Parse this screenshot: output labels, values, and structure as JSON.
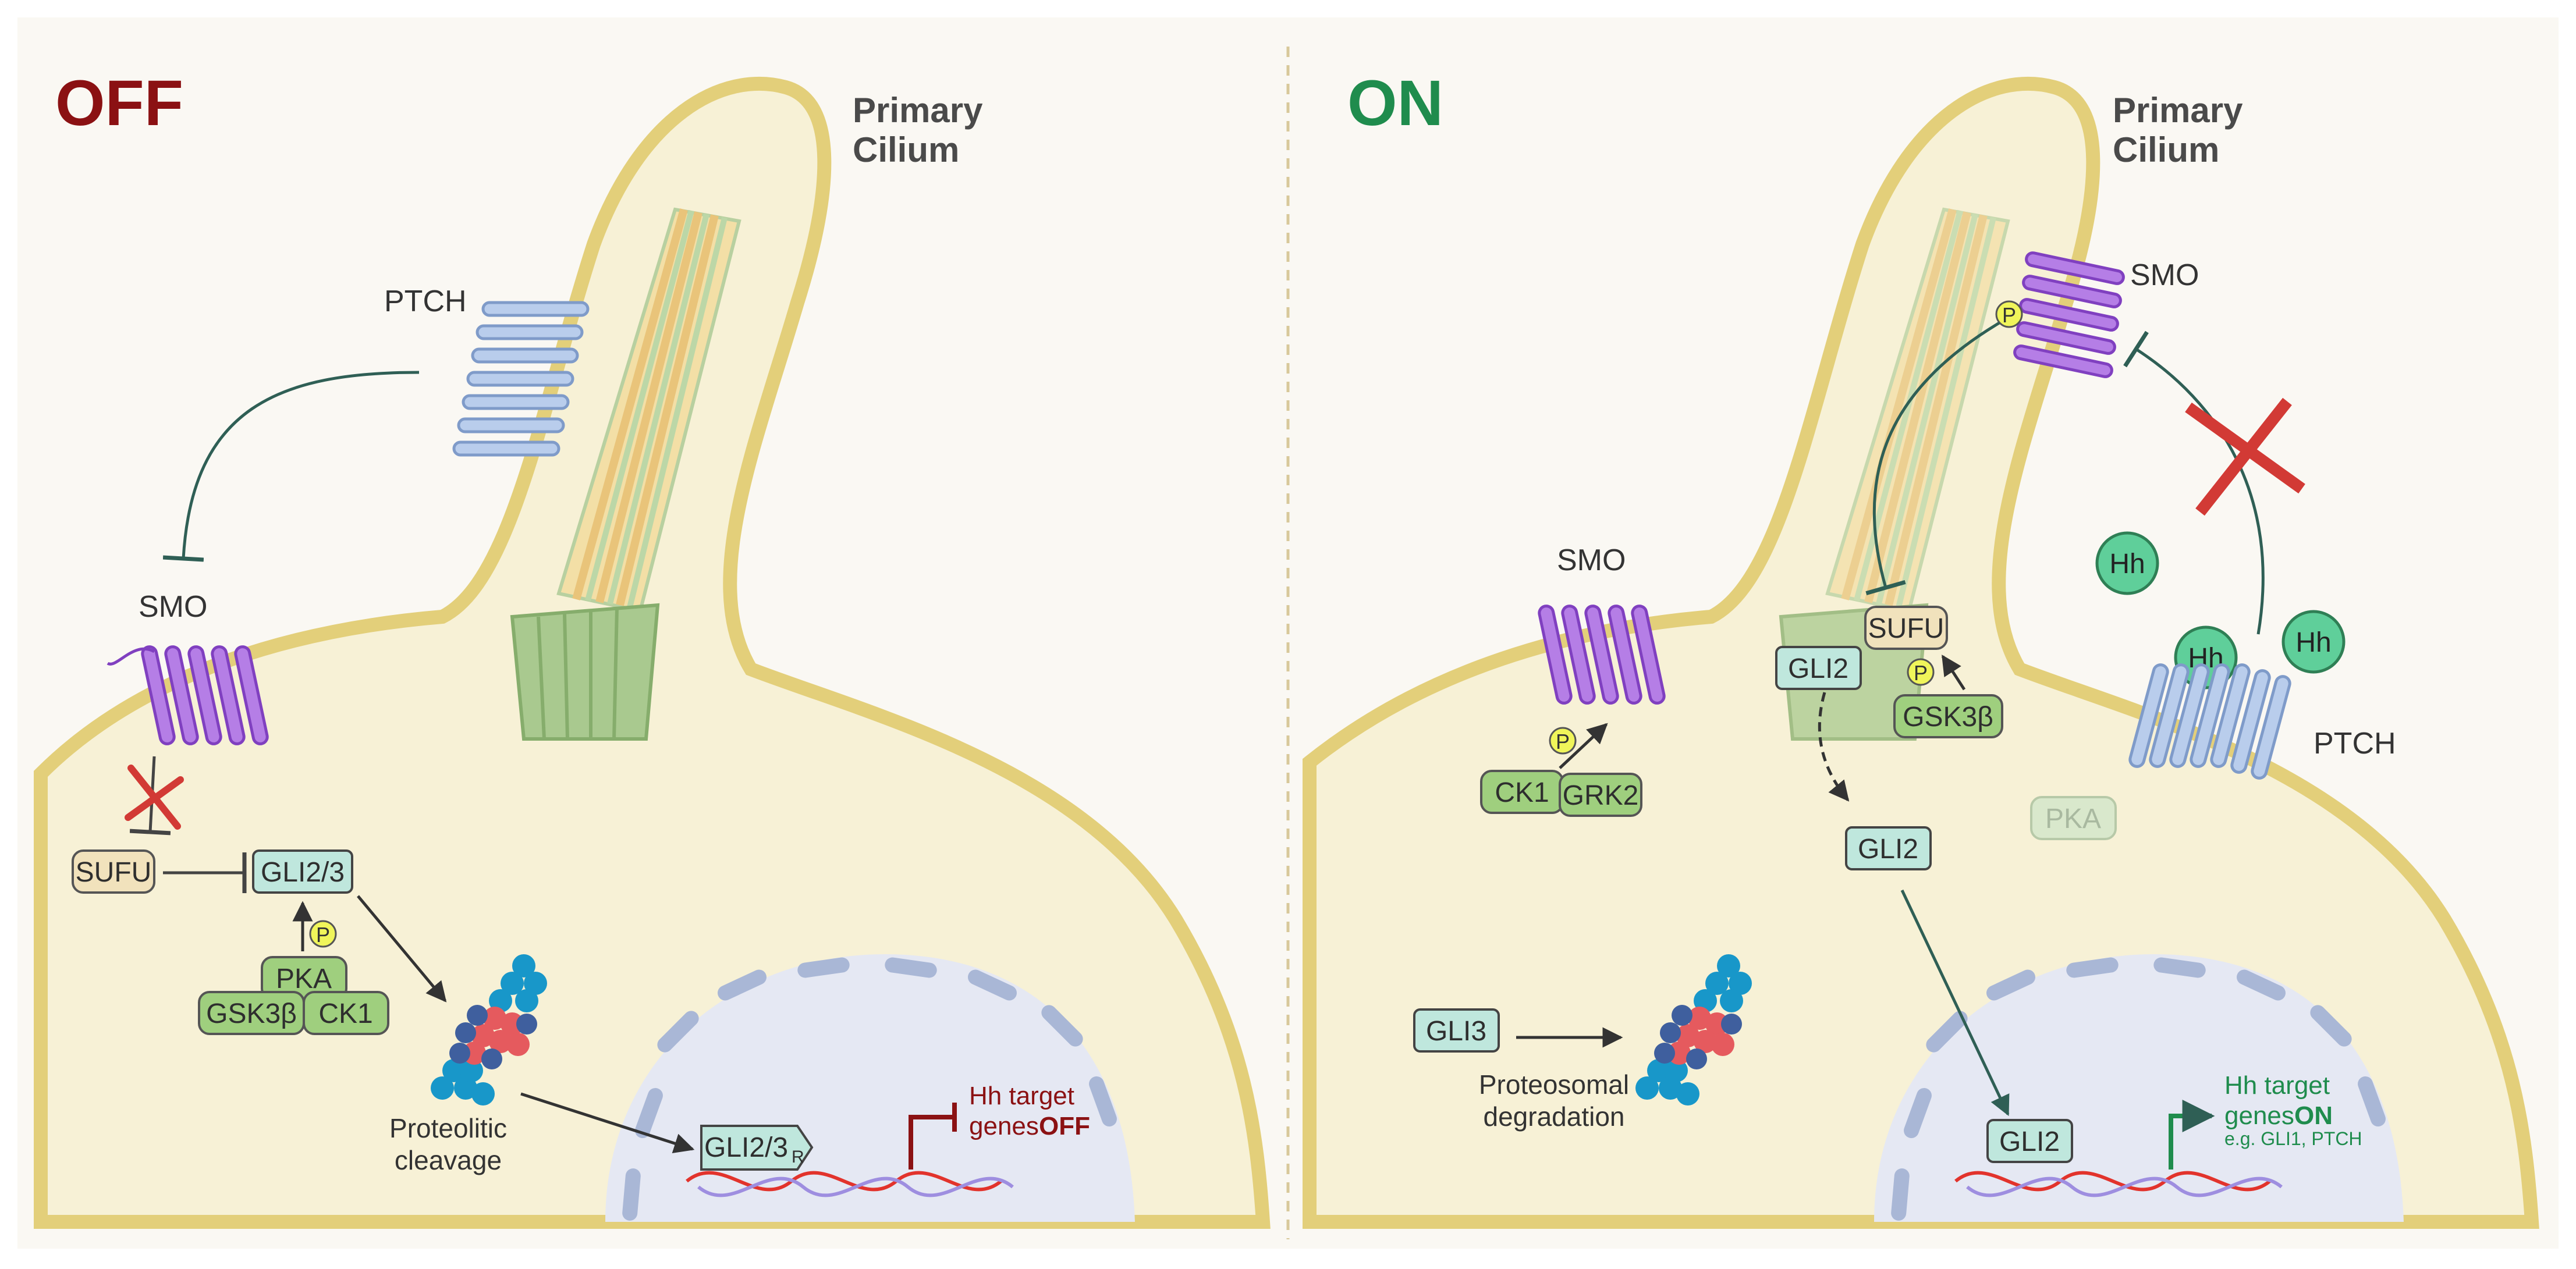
{
  "colors": {
    "off": "#8b1113",
    "on": "#1f8c4d",
    "cell": "#f7f1d6",
    "membrane": "#e3cf7a",
    "nucleus": "#e5e8f3",
    "gli": "#bfe7dd",
    "sufu": "#f1e2bc",
    "kinase": "#9fcf7e",
    "hh": "#5fcf9a",
    "smo": "#9a55d8",
    "ptch": "#9fb9e2",
    "arrow": "#2f5f55"
  },
  "off_panel": {
    "title": "OFF",
    "cilium_label_1": "Primary",
    "cilium_label_2": "Cilium",
    "ptch": "PTCH",
    "smo": "SMO",
    "sufu": "SUFU",
    "gli": "GLI2/3",
    "pka": "PKA",
    "gsk": "GSK3β",
    "ck1": "CK1",
    "p": "P",
    "cleavage_1": "Proteolitic",
    "cleavage_2": "cleavage",
    "gli_r": "GLI2/3",
    "gli_r_sub": "R",
    "target_1": "Hh target",
    "target_2": "genes",
    "target_state": "OFF"
  },
  "on_panel": {
    "title": "ON",
    "cilium_label_1": "Primary",
    "cilium_label_2": "Cilium",
    "smo_top": "SMO",
    "smo_base": "SMO",
    "ptch": "PTCH",
    "hh": "Hh",
    "sufu": "SUFU",
    "gli_cilium": "GLI2",
    "gsk": "GSK3β",
    "ck1": "CK1",
    "grk2": "GRK2",
    "pka": "PKA",
    "gli_mid": "GLI2",
    "gli3": "GLI3",
    "degradation_1": "Proteosomal",
    "degradation_2": "degradation",
    "gli_nucleus": "GLI2",
    "p": "P",
    "target_1": "Hh target",
    "target_2": "genes",
    "target_state": "ON",
    "target_eg": "e.g. GLI1, PTCH"
  }
}
